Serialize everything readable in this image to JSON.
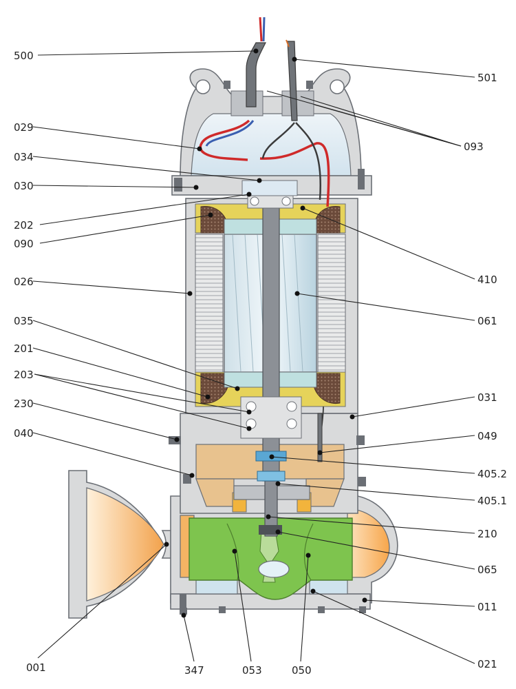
{
  "labels": {
    "500": "500",
    "501": "501",
    "029": "029",
    "093": "093",
    "034": "034",
    "030": "030",
    "202": "202",
    "090": "090",
    "410": "410",
    "026": "026",
    "061": "061",
    "035": "035",
    "201": "201",
    "203": "203",
    "031": "031",
    "230": "230",
    "049": "049",
    "040": "040",
    "405_2": "405.2",
    "405_1": "405.1",
    "210": "210",
    "065": "065",
    "011": "011",
    "021": "021",
    "001": "001",
    "347": "347",
    "053": "053",
    "050": "050"
  },
  "colors": {
    "housing": "#d9dadb",
    "housing_light": "#e9eaea",
    "cover_interior": "#dde9f2",
    "stator_winding": "#e6d35a",
    "rotor": "#cfe6ef",
    "oil_chamber": "#e8c28e",
    "impeller": "#7ec44e",
    "volute": "#f6b56a",
    "cable_red": "#cf2a2a",
    "cable_dark": "#3b3b3b",
    "shaft": "#6b6f75",
    "seal_blue": "#5aa7d4",
    "leader_line": "#222222"
  }
}
